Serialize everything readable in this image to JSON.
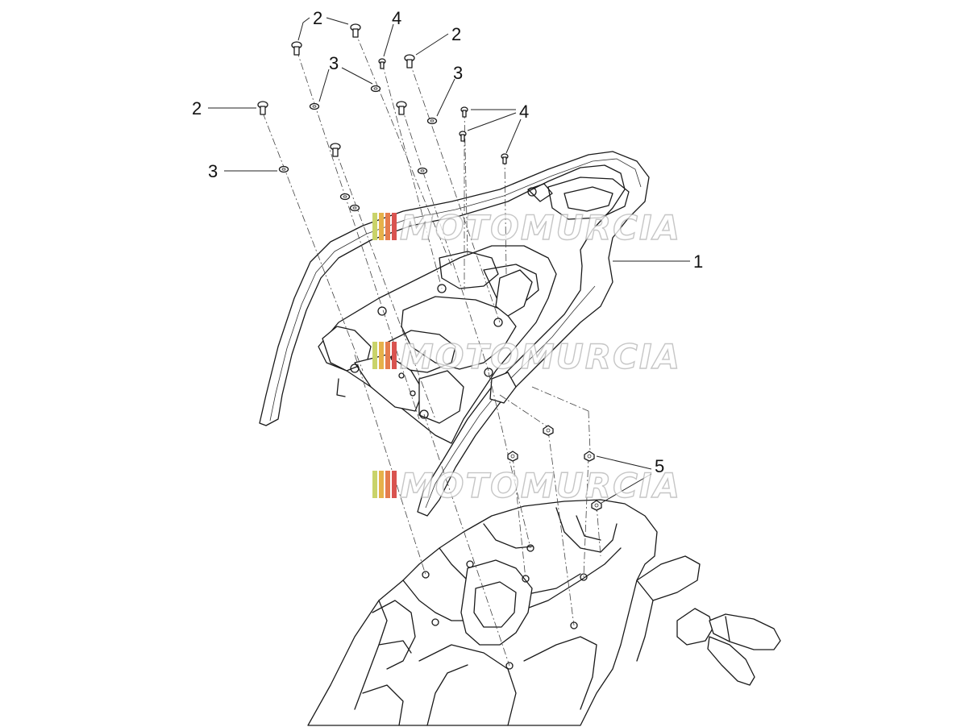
{
  "diagram": {
    "callouts": [
      {
        "label": "2"
      },
      {
        "label": "4"
      },
      {
        "label": "2"
      },
      {
        "label": "3"
      },
      {
        "label": "3"
      },
      {
        "label": "2"
      },
      {
        "label": "4"
      },
      {
        "label": "3"
      },
      {
        "label": "1"
      },
      {
        "label": "5"
      }
    ],
    "watermark": {
      "text": "MOTOMURCIA",
      "stripe_colors": [
        "#c9d36a",
        "#e6b14a",
        "#e57c4d",
        "#d9534f"
      ]
    }
  }
}
